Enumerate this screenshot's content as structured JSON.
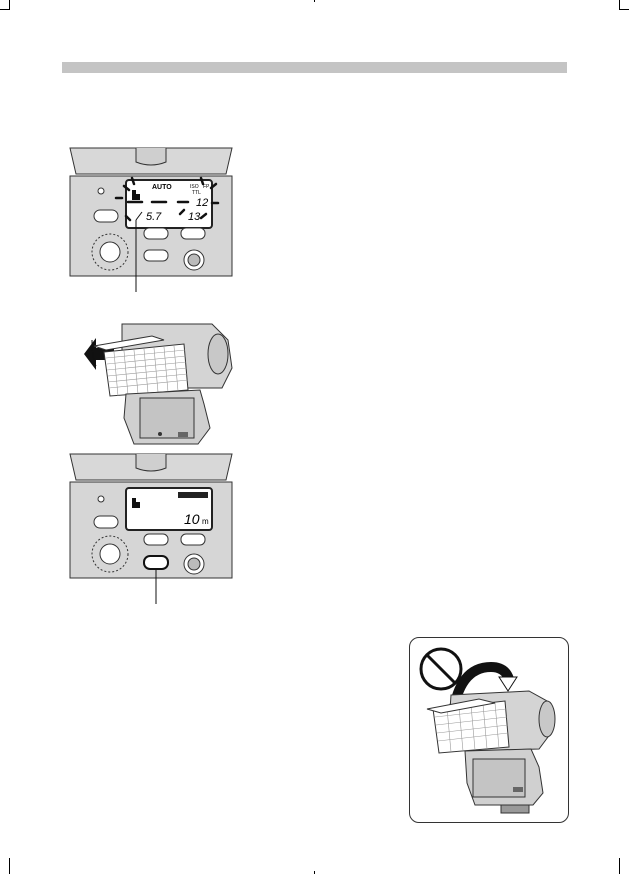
{
  "header_bar": {
    "color": "#c4c4c4"
  },
  "illustration_1": {
    "lcd_auto": "AUTO",
    "lcd_iso": "ISO",
    "lcd_ttl": "TTL",
    "lcd_fp": "FP",
    "lcd_distance": "12",
    "lcd_aperture": "5.7",
    "lcd_frame": "13"
  },
  "illustration_3": {
    "lcd_badge": "IIIIIIII",
    "lcd_range": "10",
    "lcd_unit": "m"
  },
  "illustration_4": {
    "prohibition_icon": "prohibited-icon",
    "arrow_icon": "curved-arrow-icon"
  }
}
